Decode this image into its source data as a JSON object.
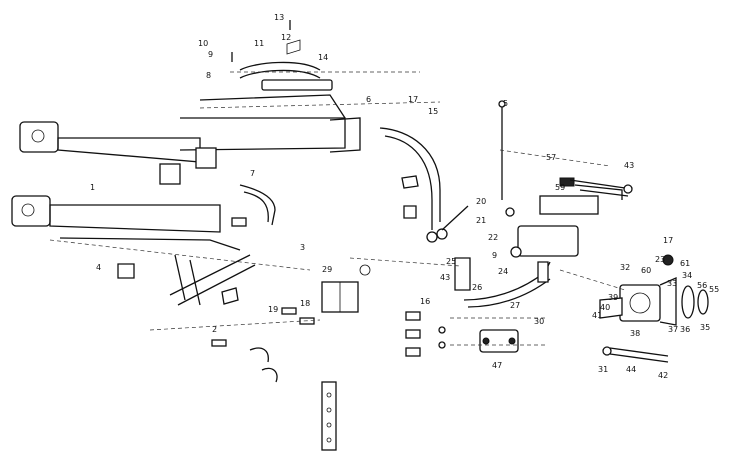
{
  "callouts": {
    "c1": "1",
    "c2": "2",
    "c3": "3",
    "c4": "4",
    "c5": "5",
    "c6": "6",
    "c7": "7",
    "c8": "8",
    "c9": "9",
    "c10": "10",
    "c11": "11",
    "c12": "12",
    "c13": "13",
    "c14": "14",
    "c15": "15",
    "c16": "16",
    "c17": "17",
    "c18": "18",
    "c19": "19",
    "c20": "20",
    "c21": "21",
    "c22": "22",
    "c23": "23",
    "c24": "24",
    "c25": "25",
    "c26": "26",
    "c27": "27",
    "c29": "29",
    "c30": "30",
    "c31": "31",
    "c32": "32",
    "c33": "33",
    "c34": "34",
    "c35": "35",
    "c36": "36",
    "c37": "37",
    "c38": "38",
    "c39": "39",
    "c40": "40",
    "c41": "41",
    "c42": "42",
    "c43": "43",
    "c44": "44",
    "c47": "47",
    "c55": "55",
    "c56": "56",
    "c57": "57",
    "c59": "59",
    "c60": "60",
    "c61": "61"
  }
}
